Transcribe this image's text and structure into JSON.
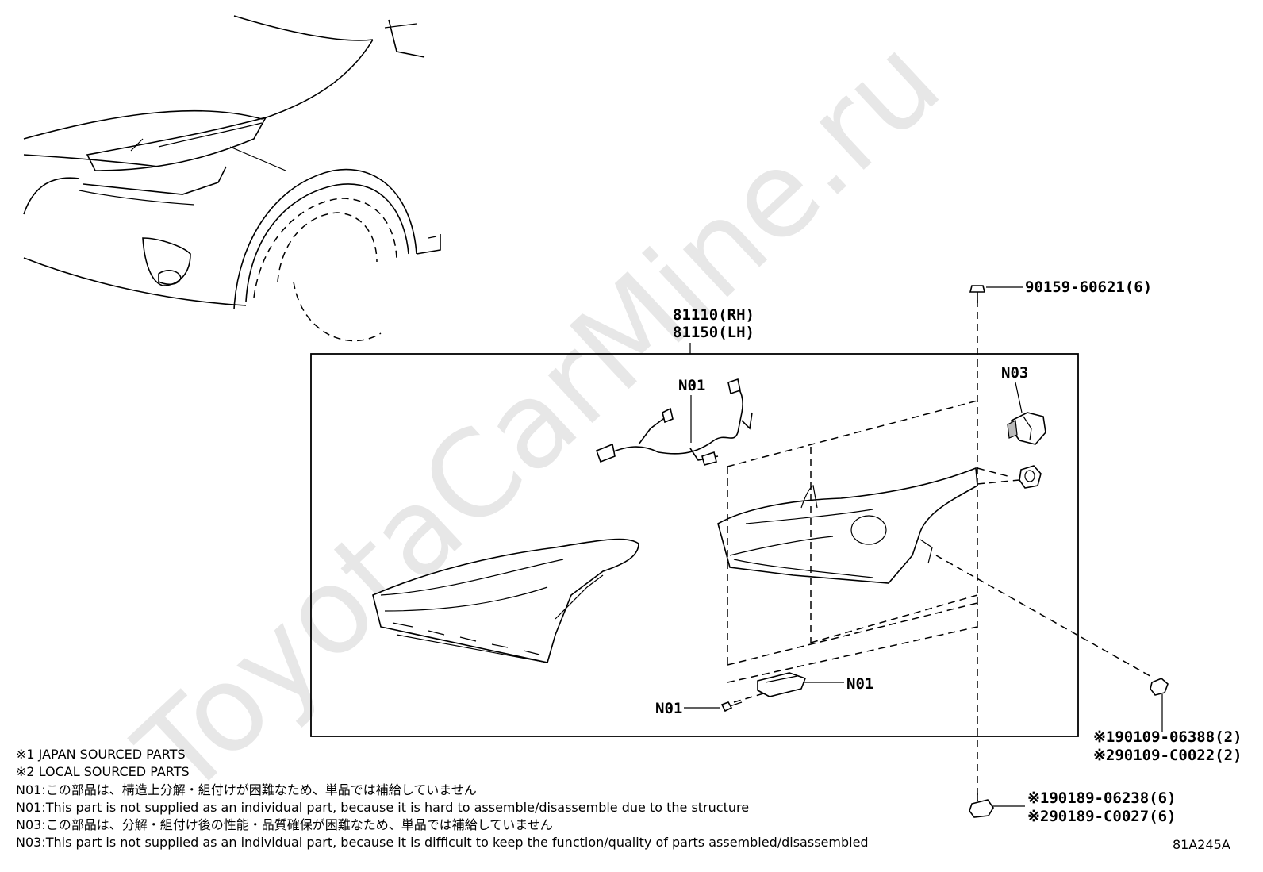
{
  "diagram": {
    "watermark": "ToyotaCarMine.ru",
    "assembly_labels": [
      "81110(RH)",
      "81150(LH)"
    ],
    "part_labels": {
      "bolt_top": "90159-60621(6)",
      "n01_wiring": "N01",
      "n03_actuator": "N03",
      "n01_bracket": "N01",
      "n01_screw": "N01",
      "screw_right_1": "※190109-06388(2)",
      "screw_right_2": "※290109-C0022(2)",
      "clip_bottom_1": "※190189-06238(6)",
      "clip_bottom_2": "※290189-C0027(6)"
    },
    "notes": [
      "※1 JAPAN SOURCED PARTS",
      "※2 LOCAL SOURCED PARTS",
      "N01:この部品は、構造上分解・組付けが困難なため、単品では補給していません",
      "N01:This part is not supplied as an individual part, because it is hard to assemble/disassemble due to the structure",
      "N03:この部品は、分解・組付け後の性能・品質確保が困難なため、単品では補給していません",
      "N03:This part is not supplied as an individual part, because it is difficult to keep the function/quality of parts assembled/disassembled"
    ],
    "figure_code": "81A245A"
  }
}
